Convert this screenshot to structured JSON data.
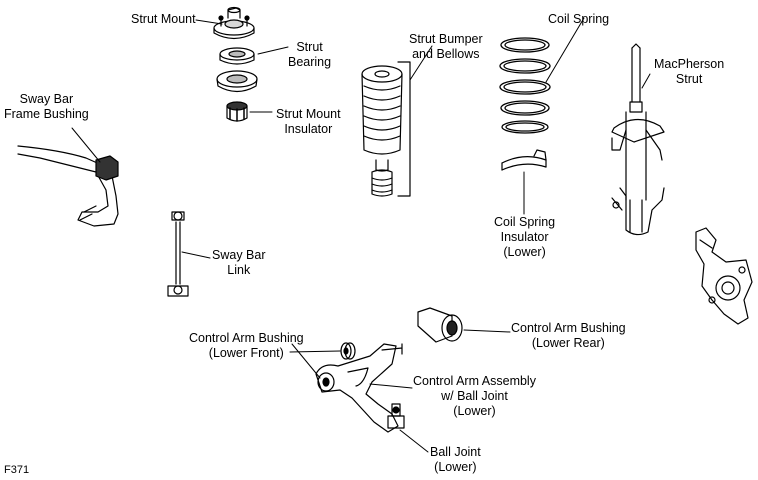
{
  "figure_id": "F371",
  "labels": {
    "strut_mount": [
      "Strut Mount"
    ],
    "strut_bearing": [
      "Strut",
      "Bearing"
    ],
    "strut_mount_insulator": [
      "Strut Mount",
      "Insulator"
    ],
    "strut_bumper": [
      "Strut Bumper",
      "and Bellows"
    ],
    "coil_spring": [
      "Coil Spring"
    ],
    "macpherson_strut": [
      "MacPherson",
      "Strut"
    ],
    "sway_bar_bushing": [
      "Sway Bar",
      "Frame Bushing"
    ],
    "coil_spring_insulator": [
      "Coil Spring",
      "Insulator",
      "(Lower)"
    ],
    "sway_bar_link": [
      "Sway Bar",
      "Link"
    ],
    "control_arm_bushing_front": [
      "Control Arm Bushing",
      "(Lower Front)"
    ],
    "control_arm_bushing_rear": [
      "Control Arm Bushing",
      "(Lower Rear)"
    ],
    "control_arm_assembly": [
      "Control Arm Assembly",
      "w/ Ball Joint",
      "(Lower)"
    ],
    "ball_joint": [
      "Ball Joint",
      "(Lower)"
    ]
  },
  "line_color": "#000000",
  "background": "#ffffff"
}
